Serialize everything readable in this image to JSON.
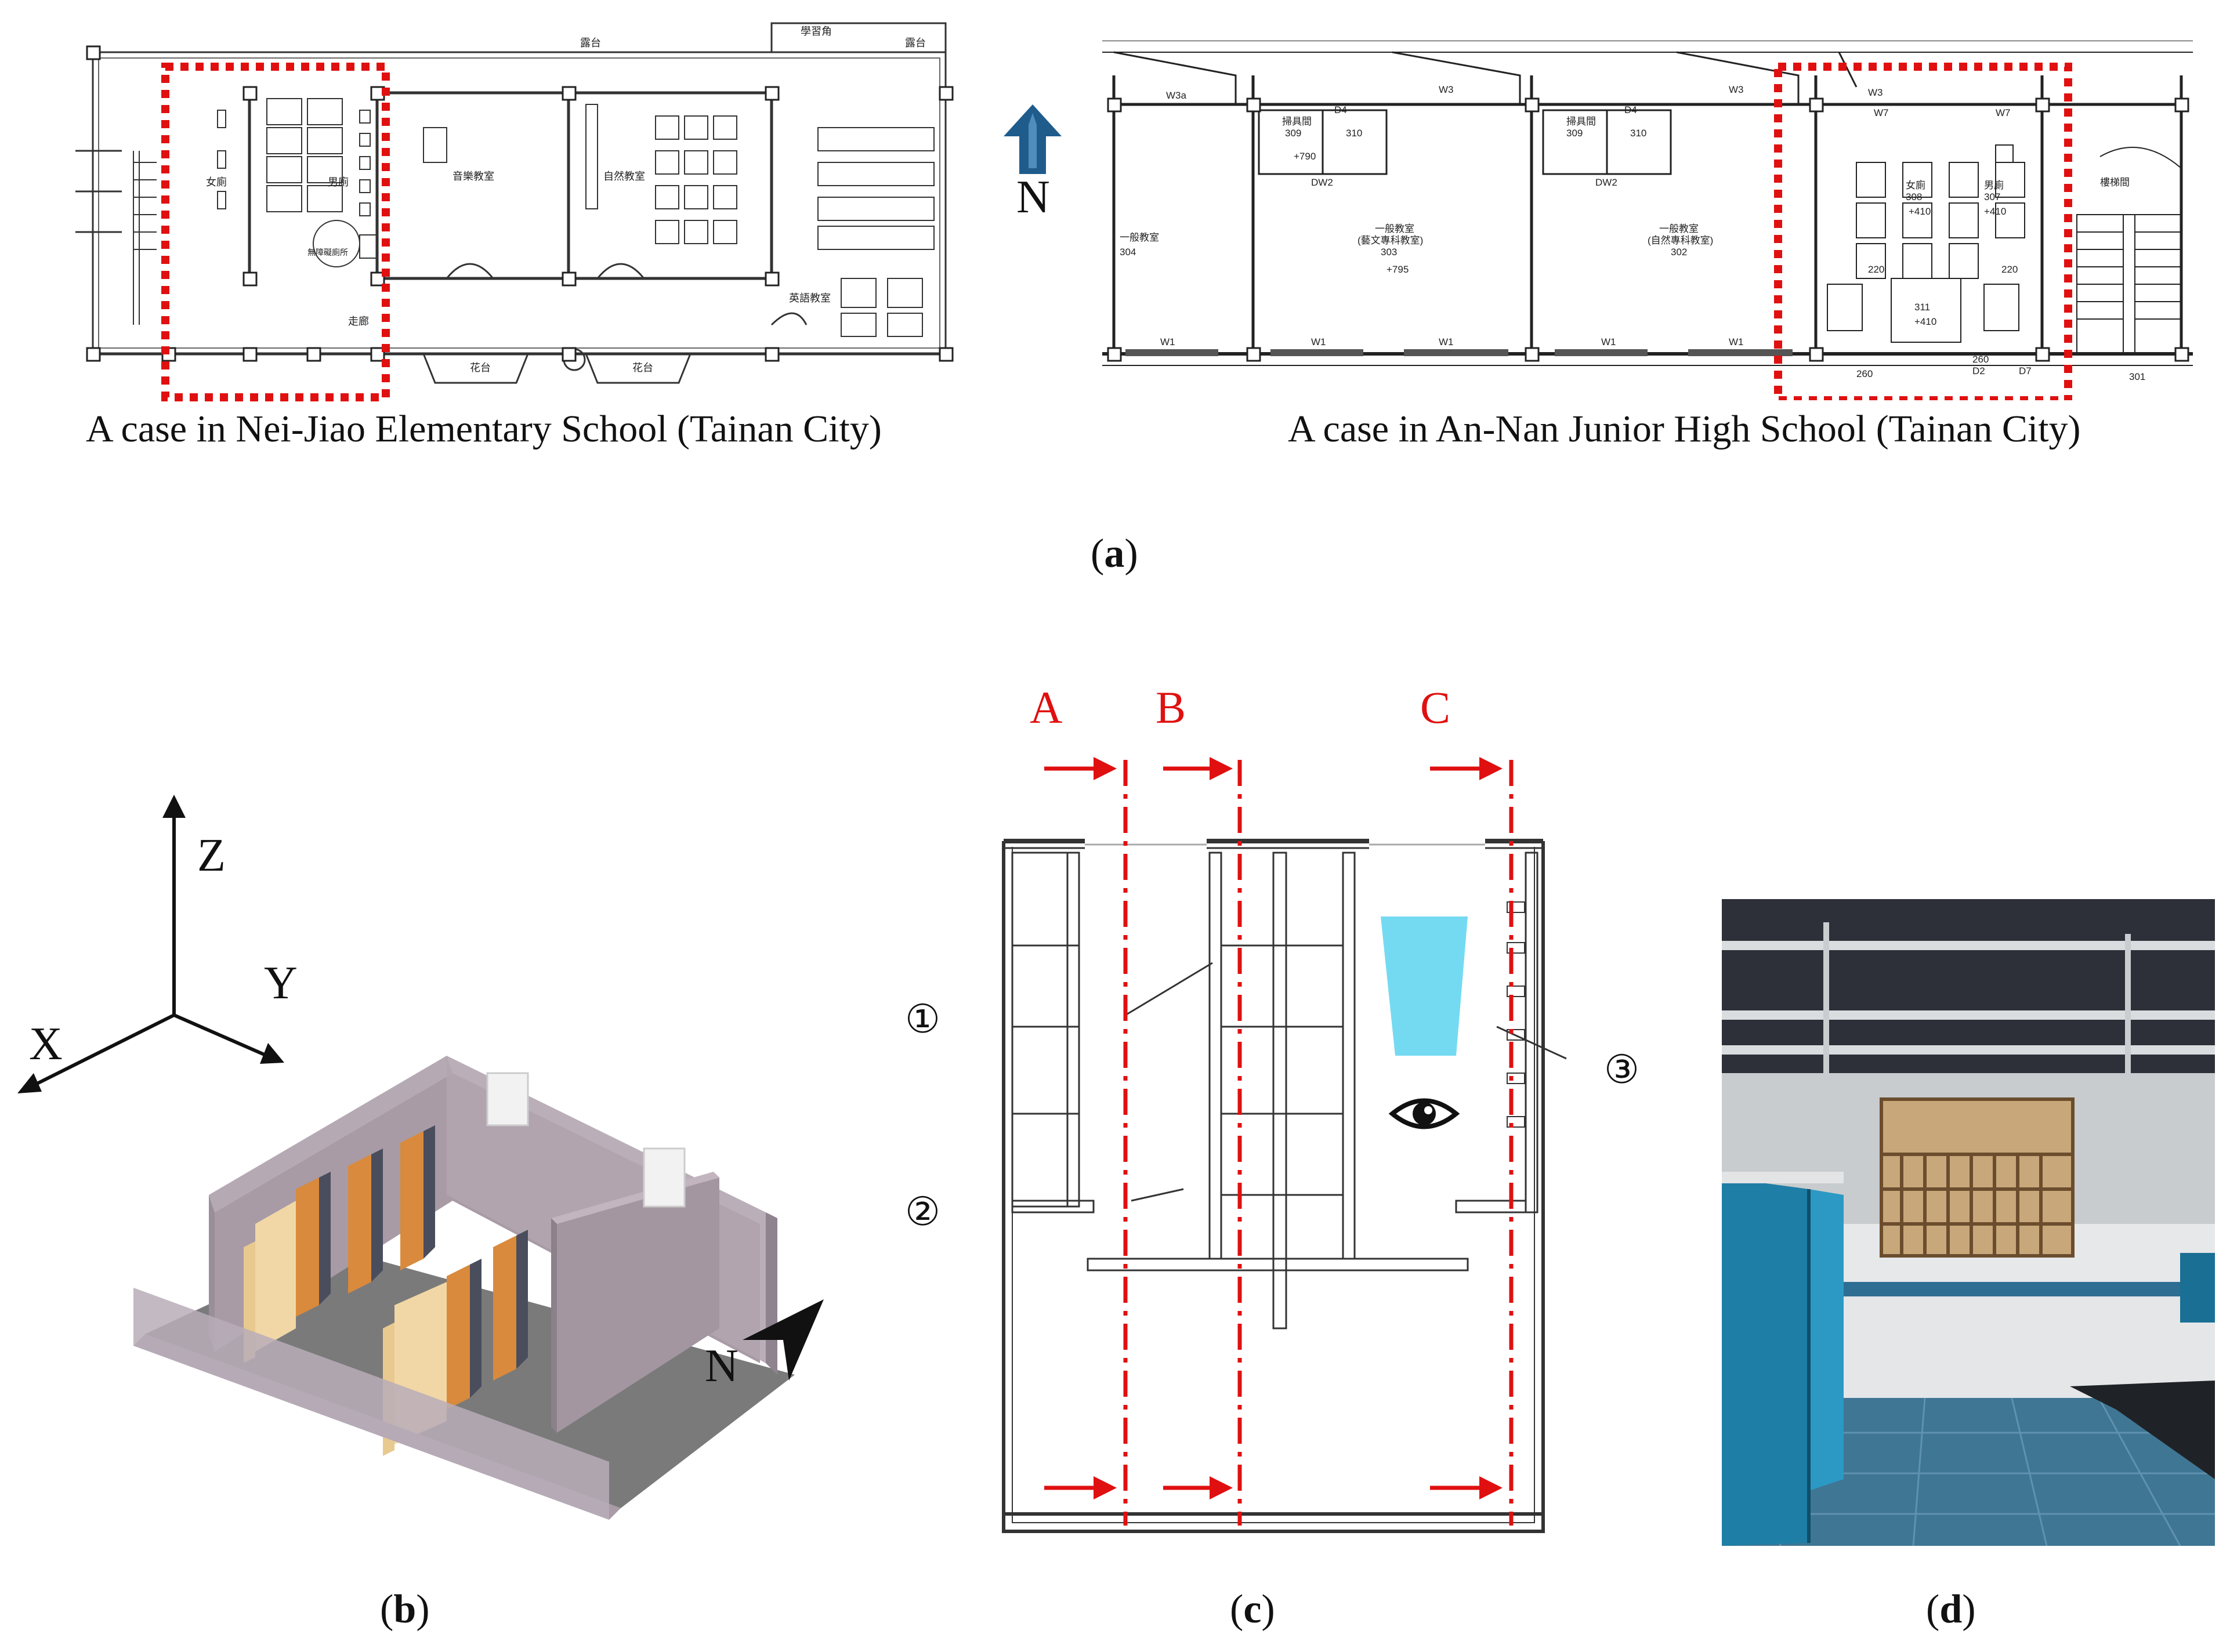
{
  "panel_a": {
    "label_open": "(",
    "label_letter": "a",
    "label_close": ")",
    "left_caption": "A case in Nei-Jiao Elementary School (Tainan City)",
    "right_caption": "A case in An-Nan Junior High School (Tainan City)",
    "north_label": "N",
    "left_plan_labels": [
      "露台",
      "學習角",
      "露台",
      "女廁",
      "男廁",
      "音樂教室",
      "自然教室",
      "英語教室",
      "走廊",
      "花台",
      "花台",
      "無障礙廁所"
    ],
    "right_plan_labels": [
      "W3a",
      "W3",
      "W3",
      "W3",
      "309",
      "310",
      "309",
      "310",
      "304",
      "303",
      "302",
      "308",
      "307",
      "311",
      "301",
      "W7",
      "W7",
      "W1",
      "W1",
      "W1",
      "W1",
      "W1",
      "D4",
      "D4",
      "DW2",
      "DW2",
      "D2",
      "D7",
      "+790",
      "+795",
      "+410",
      "+410",
      "+410",
      "220",
      "220",
      "260",
      "260",
      "掃具間",
      "掃具間",
      "女廁",
      "男廁",
      "一般教室",
      "一般教室",
      "一般教室",
      "(藝文專科教室)",
      "(自然專科教室)",
      "樓梯間"
    ]
  },
  "panel_b": {
    "label_open": "(",
    "label_letter": "b",
    "label_close": ")",
    "axis_z": "Z",
    "axis_y": "Y",
    "axis_x": "X",
    "north_label": "N"
  },
  "panel_c": {
    "label_open": "(",
    "label_letter": "c",
    "label_close": ")",
    "section_a": "A",
    "section_b": "B",
    "section_c": "C",
    "marker_1": "①",
    "marker_2": "②",
    "marker_3": "③"
  },
  "panel_d": {
    "label_open": "(",
    "label_letter": "d",
    "label_close": ")"
  },
  "colors": {
    "red_accent": "#e01010",
    "north_arrow_blue": "#1f5c8c",
    "view_cone": "#74daf2",
    "room_wall_gray": "#a89ba6",
    "partition_orange": "#d98a3c",
    "partition_panel": "#4a4d5c"
  }
}
